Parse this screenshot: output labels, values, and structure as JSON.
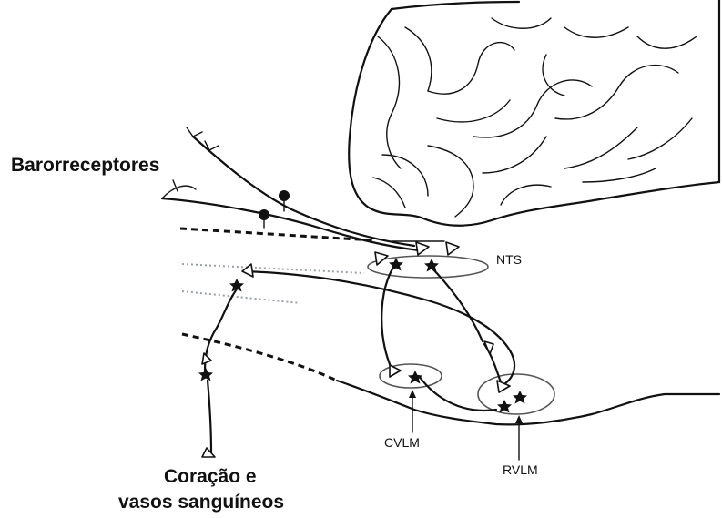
{
  "labels": {
    "baroreceptors": "Barorreceptores",
    "heart_vessels_line1": "Coração e",
    "heart_vessels_line2": "vasos sanguíneos",
    "nts": "NTS",
    "cvlm": "CVLM",
    "rvlm": "RVLM"
  }
}
